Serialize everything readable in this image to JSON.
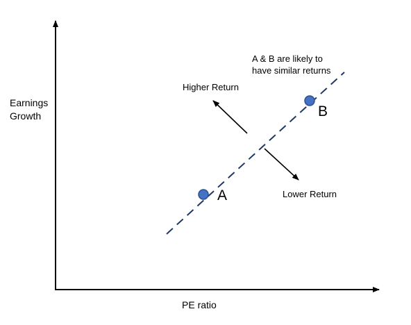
{
  "diagram": {
    "axes": {
      "x_label": "PE ratio",
      "y_label_line1": "Earnings",
      "y_label_line2": "Growth"
    },
    "points": {
      "a_label": "A",
      "b_label": "B"
    },
    "annotations": {
      "note_line1": "A & B are likely to",
      "note_line2": "have similar returns",
      "higher_return": "Higher Return",
      "lower_return": "Lower Return"
    },
    "colors": {
      "axis": "#000000",
      "trend_line": "#1f3864",
      "point_fill": "#4472c4",
      "point_stroke": "#2f528f"
    }
  }
}
